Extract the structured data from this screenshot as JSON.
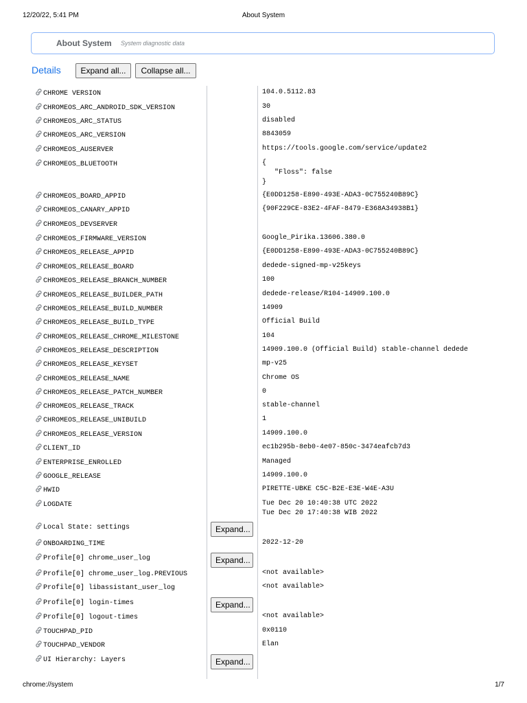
{
  "print_header": {
    "date": "12/20/22, 5:41 PM",
    "title": "About System"
  },
  "banner": {
    "title": "About System",
    "subtitle": "System diagnostic data"
  },
  "details": {
    "label": "Details",
    "expand_all": "Expand all...",
    "collapse_all": "Collapse all..."
  },
  "expand_label": "Expand...",
  "rows": [
    {
      "key": "CHROME VERSION",
      "value": "104.0.5112.83"
    },
    {
      "key": "CHROMEOS_ARC_ANDROID_SDK_VERSION",
      "value": "30"
    },
    {
      "key": "CHROMEOS_ARC_STATUS",
      "value": "disabled"
    },
    {
      "key": "CHROMEOS_ARC_VERSION",
      "value": "8843059"
    },
    {
      "key": "CHROMEOS_AUSERVER",
      "value": "https://tools.google.com/service/update2"
    },
    {
      "key": "CHROMEOS_BLUETOOTH",
      "value": "{\n   \"Floss\": false\n}"
    },
    {
      "key": "CHROMEOS_BOARD_APPID",
      "value": "{E0DD1258-E890-493E-ADA3-0C755240B89C}"
    },
    {
      "key": "CHROMEOS_CANARY_APPID",
      "value": "{90F229CE-83E2-4FAF-8479-E368A34938B1}"
    },
    {
      "key": "CHROMEOS_DEVSERVER",
      "value": ""
    },
    {
      "key": "CHROMEOS_FIRMWARE_VERSION",
      "value": "Google_Pirika.13606.380.0"
    },
    {
      "key": "CHROMEOS_RELEASE_APPID",
      "value": "{E0DD1258-E890-493E-ADA3-0C755240B89C}"
    },
    {
      "key": "CHROMEOS_RELEASE_BOARD",
      "value": "dedede-signed-mp-v25keys"
    },
    {
      "key": "CHROMEOS_RELEASE_BRANCH_NUMBER",
      "value": "100"
    },
    {
      "key": "CHROMEOS_RELEASE_BUILDER_PATH",
      "value": "dedede-release/R104-14909.100.0"
    },
    {
      "key": "CHROMEOS_RELEASE_BUILD_NUMBER",
      "value": "14909"
    },
    {
      "key": "CHROMEOS_RELEASE_BUILD_TYPE",
      "value": "Official Build"
    },
    {
      "key": "CHROMEOS_RELEASE_CHROME_MILESTONE",
      "value": "104"
    },
    {
      "key": "CHROMEOS_RELEASE_DESCRIPTION",
      "value": "14909.100.0 (Official Build) stable-channel dedede"
    },
    {
      "key": "CHROMEOS_RELEASE_KEYSET",
      "value": "mp-v25"
    },
    {
      "key": "CHROMEOS_RELEASE_NAME",
      "value": "Chrome OS"
    },
    {
      "key": "CHROMEOS_RELEASE_PATCH_NUMBER",
      "value": "0"
    },
    {
      "key": "CHROMEOS_RELEASE_TRACK",
      "value": "stable-channel"
    },
    {
      "key": "CHROMEOS_RELEASE_UNIBUILD",
      "value": "1"
    },
    {
      "key": "CHROMEOS_RELEASE_VERSION",
      "value": "14909.100.0"
    },
    {
      "key": "CLIENT_ID",
      "value": "ec1b295b-8eb0-4e07-850c-3474eafcb7d3"
    },
    {
      "key": "ENTERPRISE_ENROLLED",
      "value": "Managed"
    },
    {
      "key": "GOOGLE_RELEASE",
      "value": "14909.100.0"
    },
    {
      "key": "HWID",
      "value": "PIRETTE-UBKE C5C-B2E-E3E-W4E-A3U"
    },
    {
      "key": "LOGDATE",
      "value": "Tue Dec 20 10:40:38 UTC 2022\nTue Dec 20 17:40:38 WIB 2022"
    },
    {
      "key": "Local State: settings",
      "value": "",
      "expandable": true
    },
    {
      "key": "ONBOARDING_TIME",
      "value": "2022-12-20"
    },
    {
      "key": "Profile[0] chrome_user_log",
      "value": "",
      "expandable": true
    },
    {
      "key": "Profile[0] chrome_user_log.PREVIOUS",
      "value": "<not available>"
    },
    {
      "key": "Profile[0] libassistant_user_log",
      "value": "<not available>"
    },
    {
      "key": "Profile[0] login-times",
      "value": "",
      "expandable": true
    },
    {
      "key": "Profile[0] logout-times",
      "value": "<not available>"
    },
    {
      "key": "TOUCHPAD_PID",
      "value": "0x0110"
    },
    {
      "key": "TOUCHPAD_VENDOR",
      "value": "Elan"
    },
    {
      "key": "UI Hierarchy: Layers",
      "value": "",
      "expandable": true
    }
  ],
  "footer": {
    "url": "chrome://system",
    "page": "1/7"
  },
  "colors": {
    "accent": "#1a73e8",
    "banner_border": "#8ab4f8",
    "divider": "#c7cad0"
  },
  "icons": {
    "row_icon": "link-icon"
  }
}
